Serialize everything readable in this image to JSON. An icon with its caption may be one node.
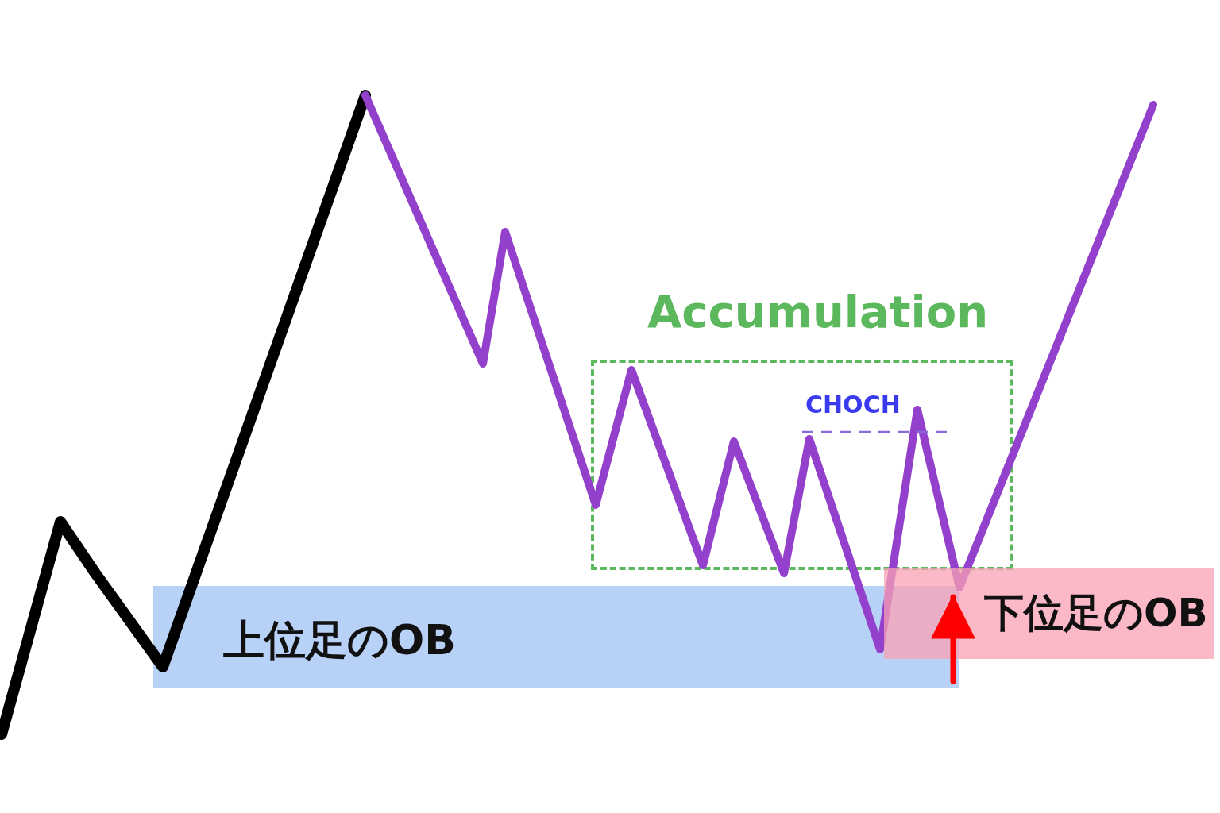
{
  "diagram": {
    "nodes": [
      {
        "text": [
          "上位足のOB"
        ]
      },
      {
        "text": [
          "下位足のOB"
        ]
      },
      {
        "text": [
          "Accumulation"
        ]
      }
    ],
    "edges": [
      {
        "from": 0,
        "to": 1,
        "arrow": "to",
        "color": "#ff0000"
      }
    ],
    "labels": [
      "CHOCH"
    ]
  }
}
